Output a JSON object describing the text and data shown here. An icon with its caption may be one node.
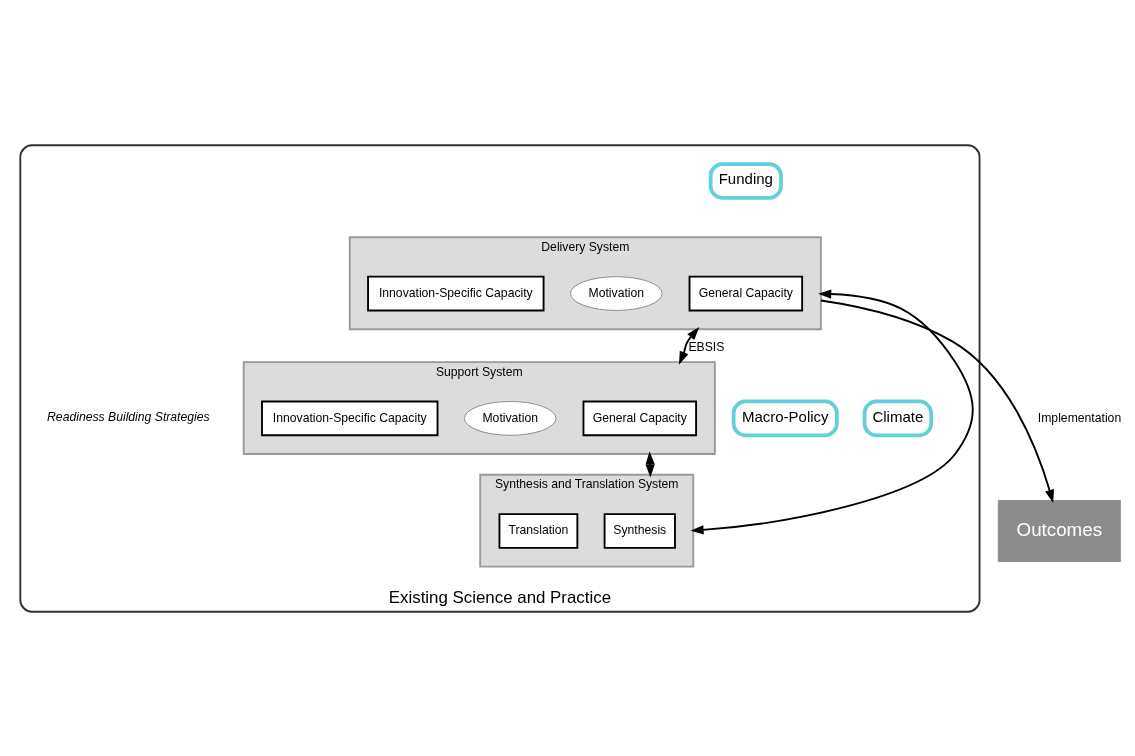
{
  "diagram": {
    "nodes": [
      {
        "text": [
          "Existing Science and Practice"
        ]
      },
      {
        "text": [
          "Funding"
        ],
        "in": 0
      },
      {
        "text": [
          "Delivery System"
        ],
        "in": 0
      },
      {
        "text": [
          "General Capacity"
        ],
        "in": 2
      },
      {
        "text": [
          "Motivation"
        ],
        "in": 2
      },
      {
        "text": [
          "Innovation-Specific Capacity"
        ],
        "in": 2
      },
      {
        "text": [
          "Support System"
        ],
        "in": 0
      },
      {
        "text": [
          "General Capacity"
        ],
        "in": 6
      },
      {
        "text": [
          "Motivation"
        ],
        "in": 6
      },
      {
        "text": [
          "Innovation-Specific Capacity"
        ],
        "in": 6
      },
      {
        "text": [
          "Synthesis and Translation System"
        ],
        "in": 0
      },
      {
        "text": [
          "Synthesis"
        ],
        "in": 10
      },
      {
        "text": [
          "Translation"
        ],
        "in": 10
      },
      {
        "text": [
          "Macro-Policy"
        ],
        "in": 0
      },
      {
        "text": [
          "Climate"
        ],
        "in": 0
      },
      {
        "text": [
          "Outcomes"
        ]
      }
    ],
    "edges": [
      {
        "from": 2,
        "to": 6,
        "arrow": "both",
        "label": "EBSIS"
      },
      {
        "from": 6,
        "to": 10,
        "arrow": "both"
      },
      {
        "from": 10,
        "to": 2,
        "arrow": "both"
      },
      {
        "from": 2,
        "to": 15,
        "arrow": "to",
        "label": "Implementation"
      }
    ],
    "labels": [
      "Readiness Building Strategies"
    ]
  }
}
